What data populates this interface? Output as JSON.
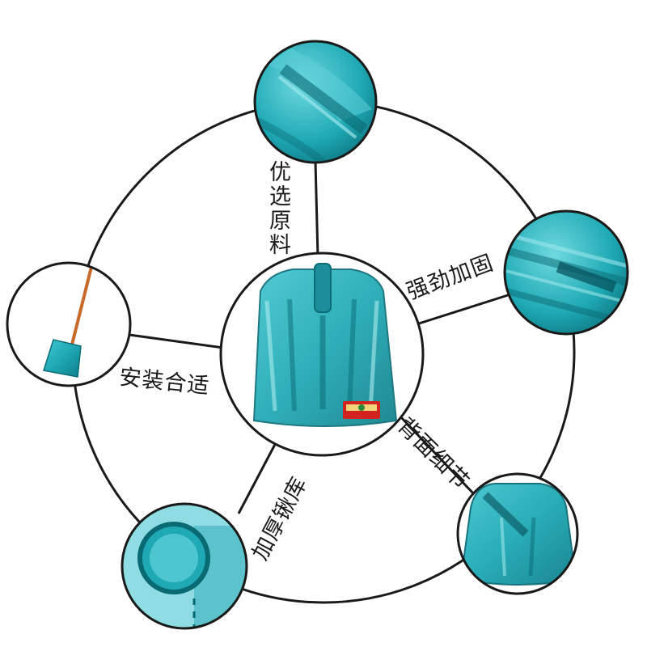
{
  "labels": {
    "raw_material": "优选原料",
    "reinforcement": "强劲加固",
    "back_detail": "背面细节",
    "thick_socket": "加厚锹库",
    "installation": "安装合适"
  },
  "colors": {
    "shovel_teal": "#1ea9b4",
    "shovel_dark": "#0b6d78",
    "outline": "#1a1a1a",
    "handle": "#c8692a",
    "badge_red": "#d2231e"
  }
}
